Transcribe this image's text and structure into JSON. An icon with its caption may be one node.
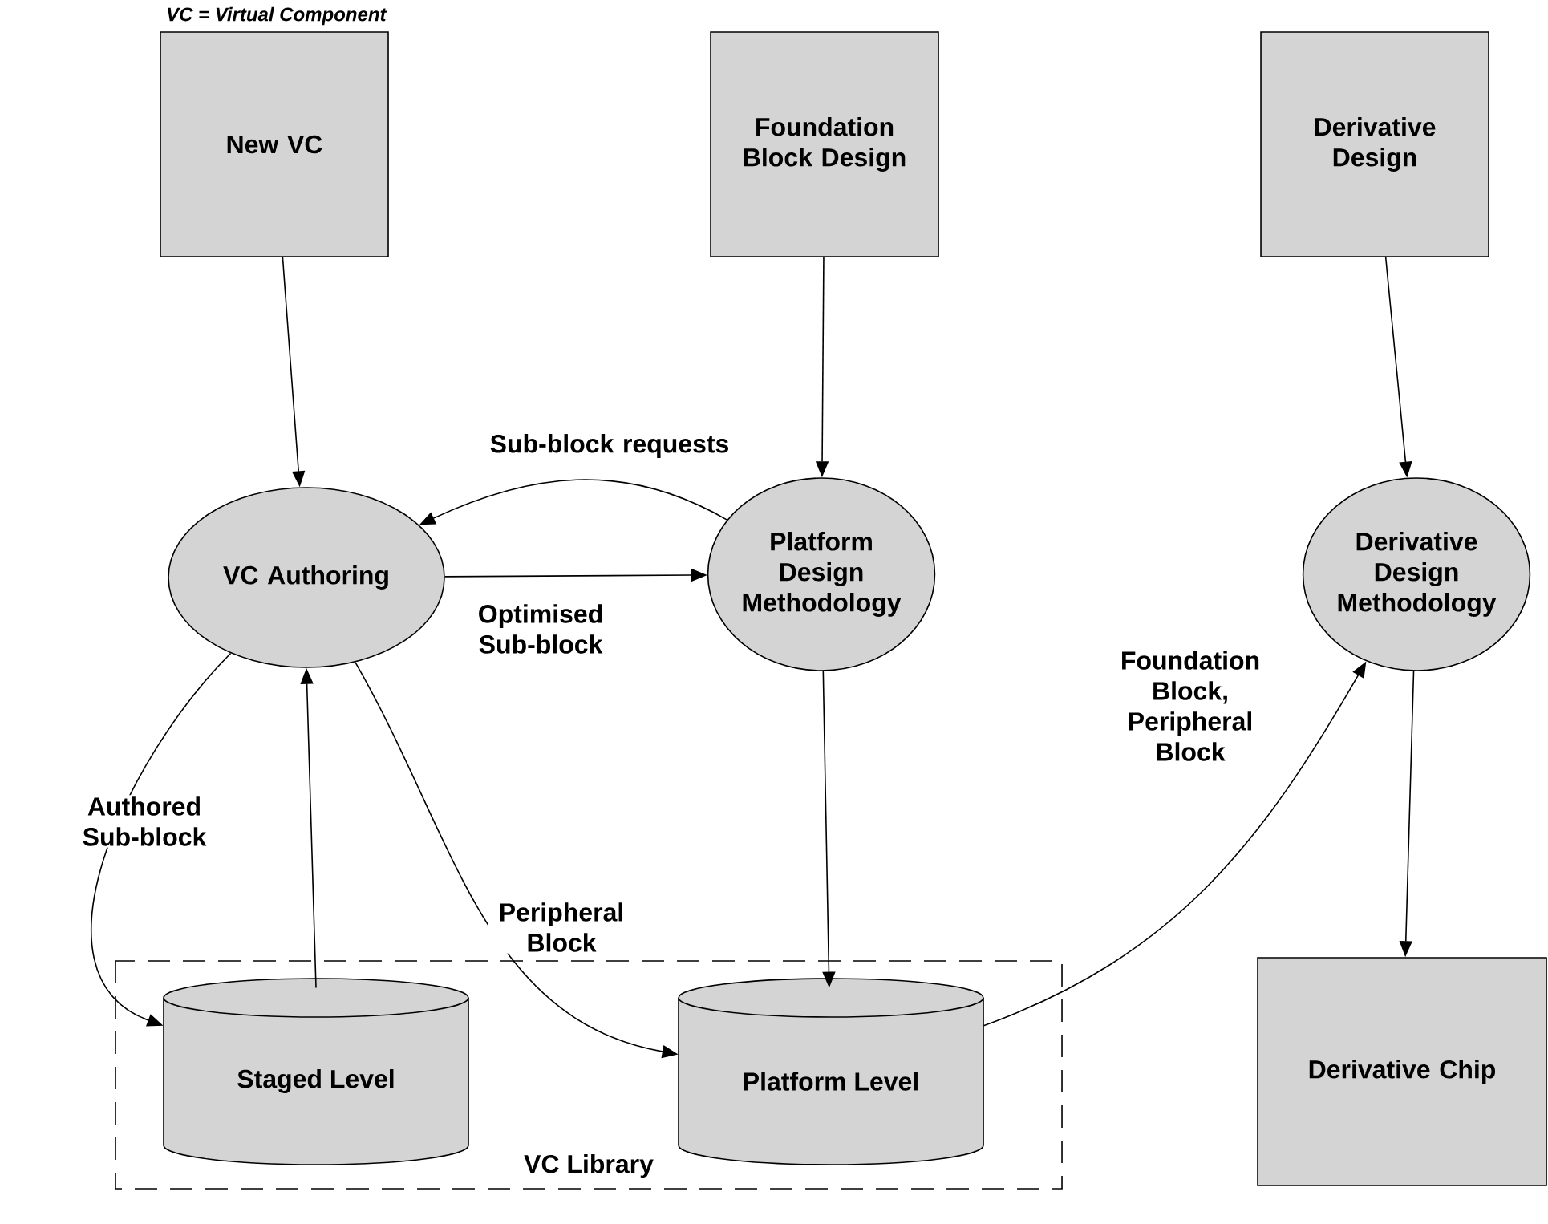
{
  "diagram": {
    "nodes": [
      {
        "text": [
          "New VC"
        ]
      },
      {
        "text": [
          "Foundation Block Design"
        ]
      },
      {
        "text": [
          "Derivative Design"
        ]
      },
      {
        "text": [
          "VC Authoring"
        ]
      },
      {
        "text": [
          "Platform Design Methodology"
        ]
      },
      {
        "text": [
          "Derivative Design Methodology"
        ]
      },
      {
        "text": [
          "VC Library"
        ]
      },
      {
        "text": [
          "Staged Level"
        ],
        "in": 6
      },
      {
        "text": [
          "Platform Level"
        ],
        "in": 6
      },
      {
        "text": [
          "Derivative Chip"
        ]
      }
    ],
    "edges": [
      {
        "from": 0,
        "to": 3,
        "arrow": "to"
      },
      {
        "from": 1,
        "to": 4,
        "arrow": "to"
      },
      {
        "from": 2,
        "to": 5,
        "arrow": "to"
      },
      {
        "from": 4,
        "to": 3,
        "arrow": "to",
        "label": "Sub-block requests"
      },
      {
        "from": 3,
        "to": 4,
        "arrow": "to",
        "label": "Optimised Sub-block"
      },
      {
        "from": 3,
        "to": 7,
        "arrow": "to",
        "label": "Authored Sub-block"
      },
      {
        "from": 7,
        "to": 3,
        "arrow": "to"
      },
      {
        "from": 3,
        "to": 8,
        "arrow": "to",
        "label": "Peripheral Block"
      },
      {
        "from": 4,
        "to": 8,
        "arrow": "to"
      },
      {
        "from": 8,
        "to": 5,
        "arrow": "to",
        "label": "Foundation Block, Peripheral Block"
      },
      {
        "from": 5,
        "to": 9,
        "arrow": "to"
      }
    ],
    "labels": [
      "VC = Virtual Component"
    ]
  }
}
